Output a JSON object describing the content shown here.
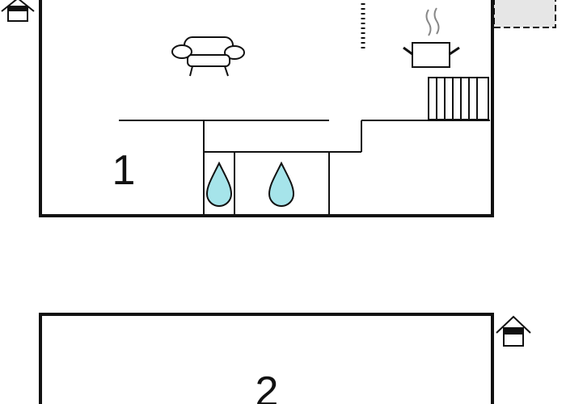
{
  "floors": [
    {
      "id": "floor-1",
      "label": "1"
    },
    {
      "id": "floor-2",
      "label": "2"
    }
  ],
  "icons": {
    "entrance": "house-entrance-icon",
    "sofa": "sofa-icon",
    "cooking_pot": "cooking-pot-icon",
    "stairs": "stairs-icon",
    "water_drop": "water-drop-icon",
    "radiator": "radiator-icon"
  },
  "colors": {
    "wall": "#111111",
    "water": "#a6e4ea",
    "terrace": "#e6e6e6"
  }
}
